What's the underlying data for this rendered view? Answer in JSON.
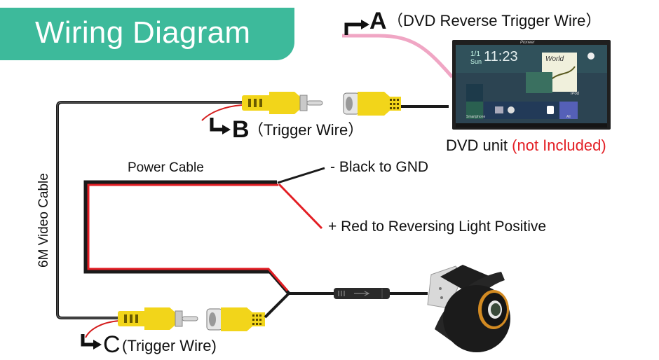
{
  "title": "Wiring Diagram",
  "colors": {
    "banner": "#3dba9b",
    "power_red": "#e31e24",
    "trigger_pink": "#f0a6c4",
    "rca_yellow": "#f2d51a",
    "cable_black": "#1a1a1a",
    "note_red": "#e31e24"
  },
  "labels": {
    "a_letter": "A",
    "a_text": "（DVD Reverse Trigger Wire）",
    "b_letter": "B",
    "b_text": "（Trigger Wire）",
    "c_letter": "C",
    "c_text": "(Trigger Wire)",
    "dvd_unit": "DVD unit ",
    "dvd_note": "(not Included)",
    "power_cable": "Power Cable",
    "black_gnd": "- Black to GND",
    "red_positive": "+ Red to Reversing Light Positive",
    "video_cable": "6M Video Cable"
  },
  "head_unit_screen": {
    "date": "1/1",
    "day": "Sun",
    "time": "11:23",
    "album_title": "World",
    "source": "iPod",
    "brand": "Pioneer",
    "dock_label": "Smartphone",
    "all_label": "All"
  }
}
